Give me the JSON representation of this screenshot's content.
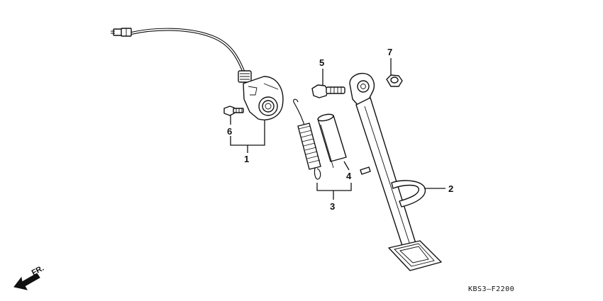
{
  "diagram": {
    "callouts": {
      "p1": "1",
      "p2": "2",
      "p3": "3",
      "p4": "4",
      "p5": "5",
      "p6": "6",
      "p7": "7"
    },
    "direction_label": "FR.",
    "drawing_code": "KBS3–F2200"
  }
}
